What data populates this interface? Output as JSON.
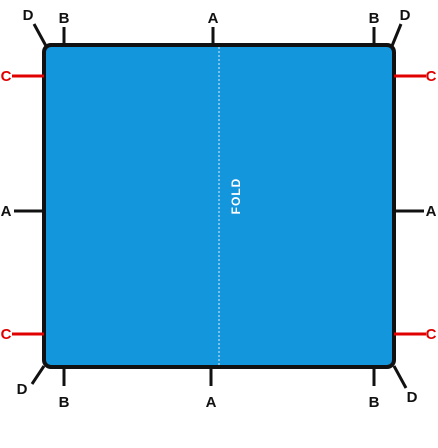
{
  "diagram": {
    "fold_label": "FOLD",
    "labels": {
      "a": "A",
      "b": "B",
      "c": "C",
      "d": "D"
    },
    "colors": {
      "panel_fill": "#1496dc",
      "outline": "#111111",
      "tie_black": "#111111",
      "tie_red": "#e00000",
      "fold_line": "#ffffff"
    }
  }
}
